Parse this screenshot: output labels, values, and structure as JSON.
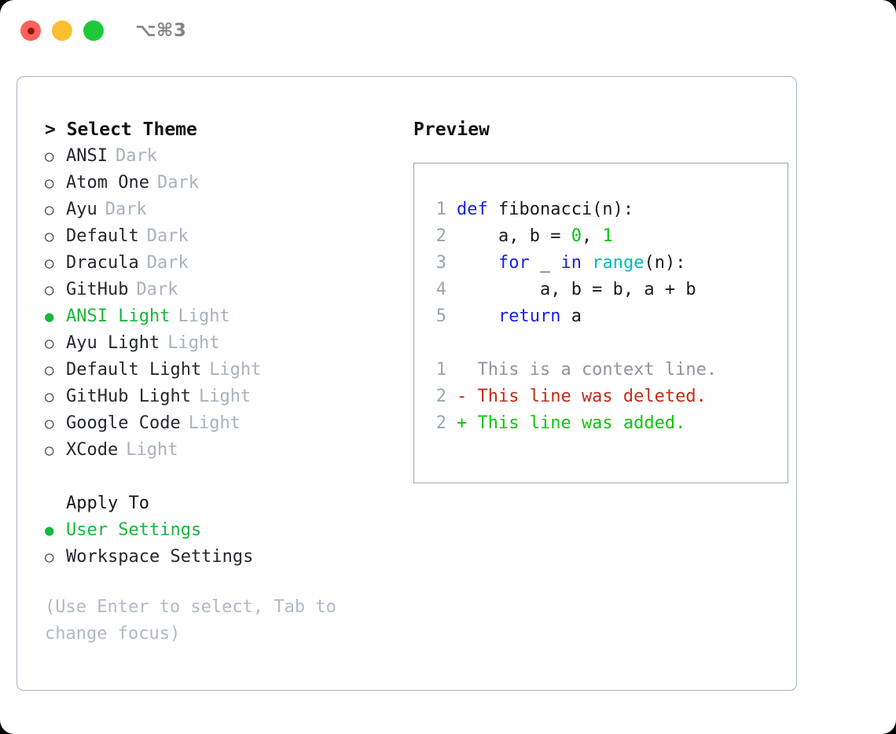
{
  "window": {
    "title": "⌥⌘3",
    "lights": [
      {
        "name": "close-button",
        "color": "#ff6258"
      },
      {
        "name": "minimize-button",
        "color": "#fcbf32"
      },
      {
        "name": "maximize-button",
        "color": "#1ec939"
      }
    ]
  },
  "theme_panel": {
    "heading": "> Select Theme",
    "selected_marker": "●",
    "unselected_marker": "○",
    "options": [
      {
        "name": "ANSI",
        "variant": "Dark",
        "selected": false
      },
      {
        "name": "Atom One",
        "variant": "Dark",
        "selected": false
      },
      {
        "name": "Ayu",
        "variant": "Dark",
        "selected": false
      },
      {
        "name": "Default",
        "variant": "Dark",
        "selected": false
      },
      {
        "name": "Dracula",
        "variant": "Dark",
        "selected": false
      },
      {
        "name": "GitHub",
        "variant": "Dark",
        "selected": false
      },
      {
        "name": "ANSI Light",
        "variant": "Light",
        "selected": true
      },
      {
        "name": "Ayu Light",
        "variant": "Light",
        "selected": false
      },
      {
        "name": "Default Light",
        "variant": "Light",
        "selected": false
      },
      {
        "name": "GitHub Light",
        "variant": "Light",
        "selected": false
      },
      {
        "name": "Google Code",
        "variant": "Light",
        "selected": false
      },
      {
        "name": "XCode",
        "variant": "Light",
        "selected": false
      }
    ]
  },
  "apply_to": {
    "heading": "Apply To",
    "options": [
      {
        "name": "User Settings",
        "selected": true
      },
      {
        "name": "Workspace Settings",
        "selected": false
      }
    ]
  },
  "hint": "(Use Enter to select, Tab to change focus)",
  "preview": {
    "title": "Preview",
    "code_lines": [
      {
        "no": "1",
        "tokens": [
          {
            "t": "def ",
            "c": "kw"
          },
          {
            "t": "fibonacci(n):",
            "c": "plain"
          }
        ]
      },
      {
        "no": "2",
        "tokens": [
          {
            "t": "    a, b = ",
            "c": "plain"
          },
          {
            "t": "0",
            "c": "num"
          },
          {
            "t": ", ",
            "c": "plain"
          },
          {
            "t": "1",
            "c": "num"
          }
        ]
      },
      {
        "no": "3",
        "tokens": [
          {
            "t": "    ",
            "c": "plain"
          },
          {
            "t": "for",
            "c": "kw"
          },
          {
            "t": " _ ",
            "c": "plain"
          },
          {
            "t": "in",
            "c": "kw"
          },
          {
            "t": " ",
            "c": "plain"
          },
          {
            "t": "range",
            "c": "fn"
          },
          {
            "t": "(n):",
            "c": "plain"
          }
        ]
      },
      {
        "no": "4",
        "tokens": [
          {
            "t": "        a, b = b, a + b",
            "c": "plain"
          }
        ]
      },
      {
        "no": "5",
        "tokens": [
          {
            "t": "    ",
            "c": "plain"
          },
          {
            "t": "return",
            "c": "kw"
          },
          {
            "t": " a",
            "c": "plain"
          }
        ]
      }
    ],
    "diff_lines": [
      {
        "no": "1",
        "text": "  This is a context line.",
        "kind": "ctx"
      },
      {
        "no": "2",
        "text": "- This line was deleted.",
        "kind": "del"
      },
      {
        "no": "2",
        "text": "+ This line was added.",
        "kind": "add"
      }
    ]
  },
  "colors": {
    "accent_green": "#16b83a",
    "keyword_blue": "#1822e8",
    "function_cyan": "#00bcbc",
    "number_green": "#00c414",
    "diff_delete": "#c42b19",
    "diff_add": "#11c411",
    "muted": "#a9b2be",
    "border": "#9aa6b7"
  }
}
